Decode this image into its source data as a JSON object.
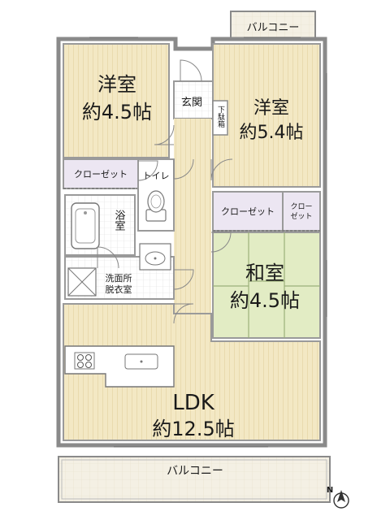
{
  "rooms": {
    "western_room_1": {
      "name": "洋室",
      "size": "約4.5帖"
    },
    "western_room_2": {
      "name": "洋室",
      "size": "約5.4帖"
    },
    "japanese_room": {
      "name": "和室",
      "size": "約4.5帖"
    },
    "ldk": {
      "name": "LDK",
      "size": "約12.5帖"
    },
    "entrance": "玄関",
    "shoe_box": "下駄箱",
    "toilet": "トイレ",
    "bath": "浴室",
    "washroom": "洗面所脱衣室"
  },
  "closets": {
    "western_1": "クローゼット",
    "japanese": "クローゼット",
    "small": "クローゼット"
  },
  "balconies": {
    "top": "バルコニー",
    "bottom": "バルコニー"
  },
  "compass": "N",
  "colors": {
    "wood_floor": "#f3e8c4",
    "wood_stripe": "#e5d5a4",
    "tatami": "#e2ecc4",
    "tatami_line": "#9bb07a",
    "closet": "#ece6f2",
    "wall": "#8a8a8a",
    "tile": "#ffffff",
    "balcony": "#f4f0e4"
  }
}
